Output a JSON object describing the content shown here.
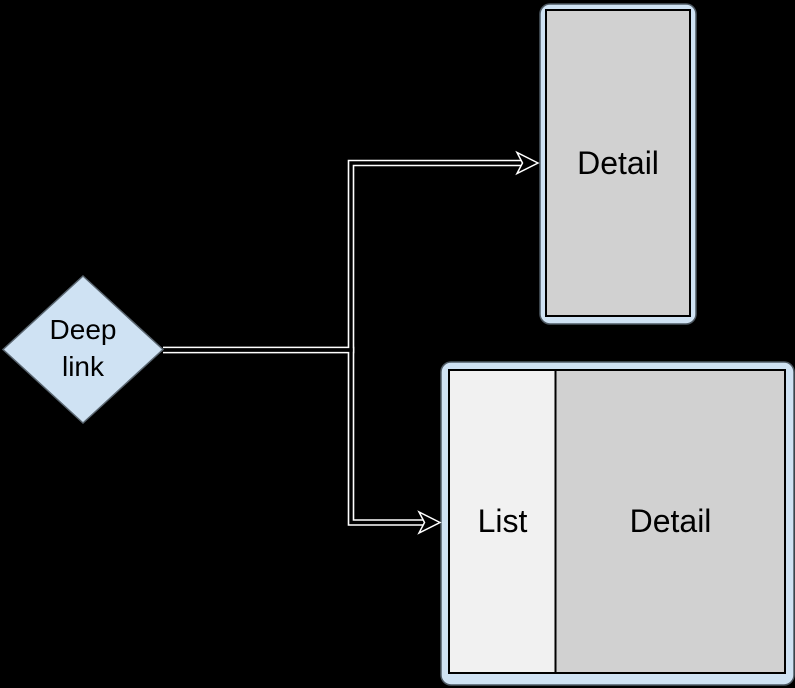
{
  "colors": {
    "bg": "#000000",
    "frame_blue": "#cfe2f3",
    "frame_outline": "#4f5a64",
    "diamond_outline": "#5a6670",
    "detail_gray": "#d1d1d1",
    "list_gray": "#f1f1f1",
    "panel_border": "#000000",
    "connector": "#ffffff",
    "text": "#000000"
  },
  "nodes": {
    "deep_link": {
      "shape": "diamond",
      "label": "Deep link"
    },
    "compact_screen": {
      "shape": "phone-frame",
      "detail_label": "Detail"
    },
    "expanded_screen": {
      "shape": "tablet-frame",
      "list_label": "List",
      "detail_label": "Detail"
    }
  },
  "connectors": [
    {
      "from": "deep_link",
      "to": "compact_screen",
      "style": "hollow-arrow"
    },
    {
      "from": "deep_link",
      "to": "expanded_screen",
      "style": "hollow-arrow"
    }
  ]
}
